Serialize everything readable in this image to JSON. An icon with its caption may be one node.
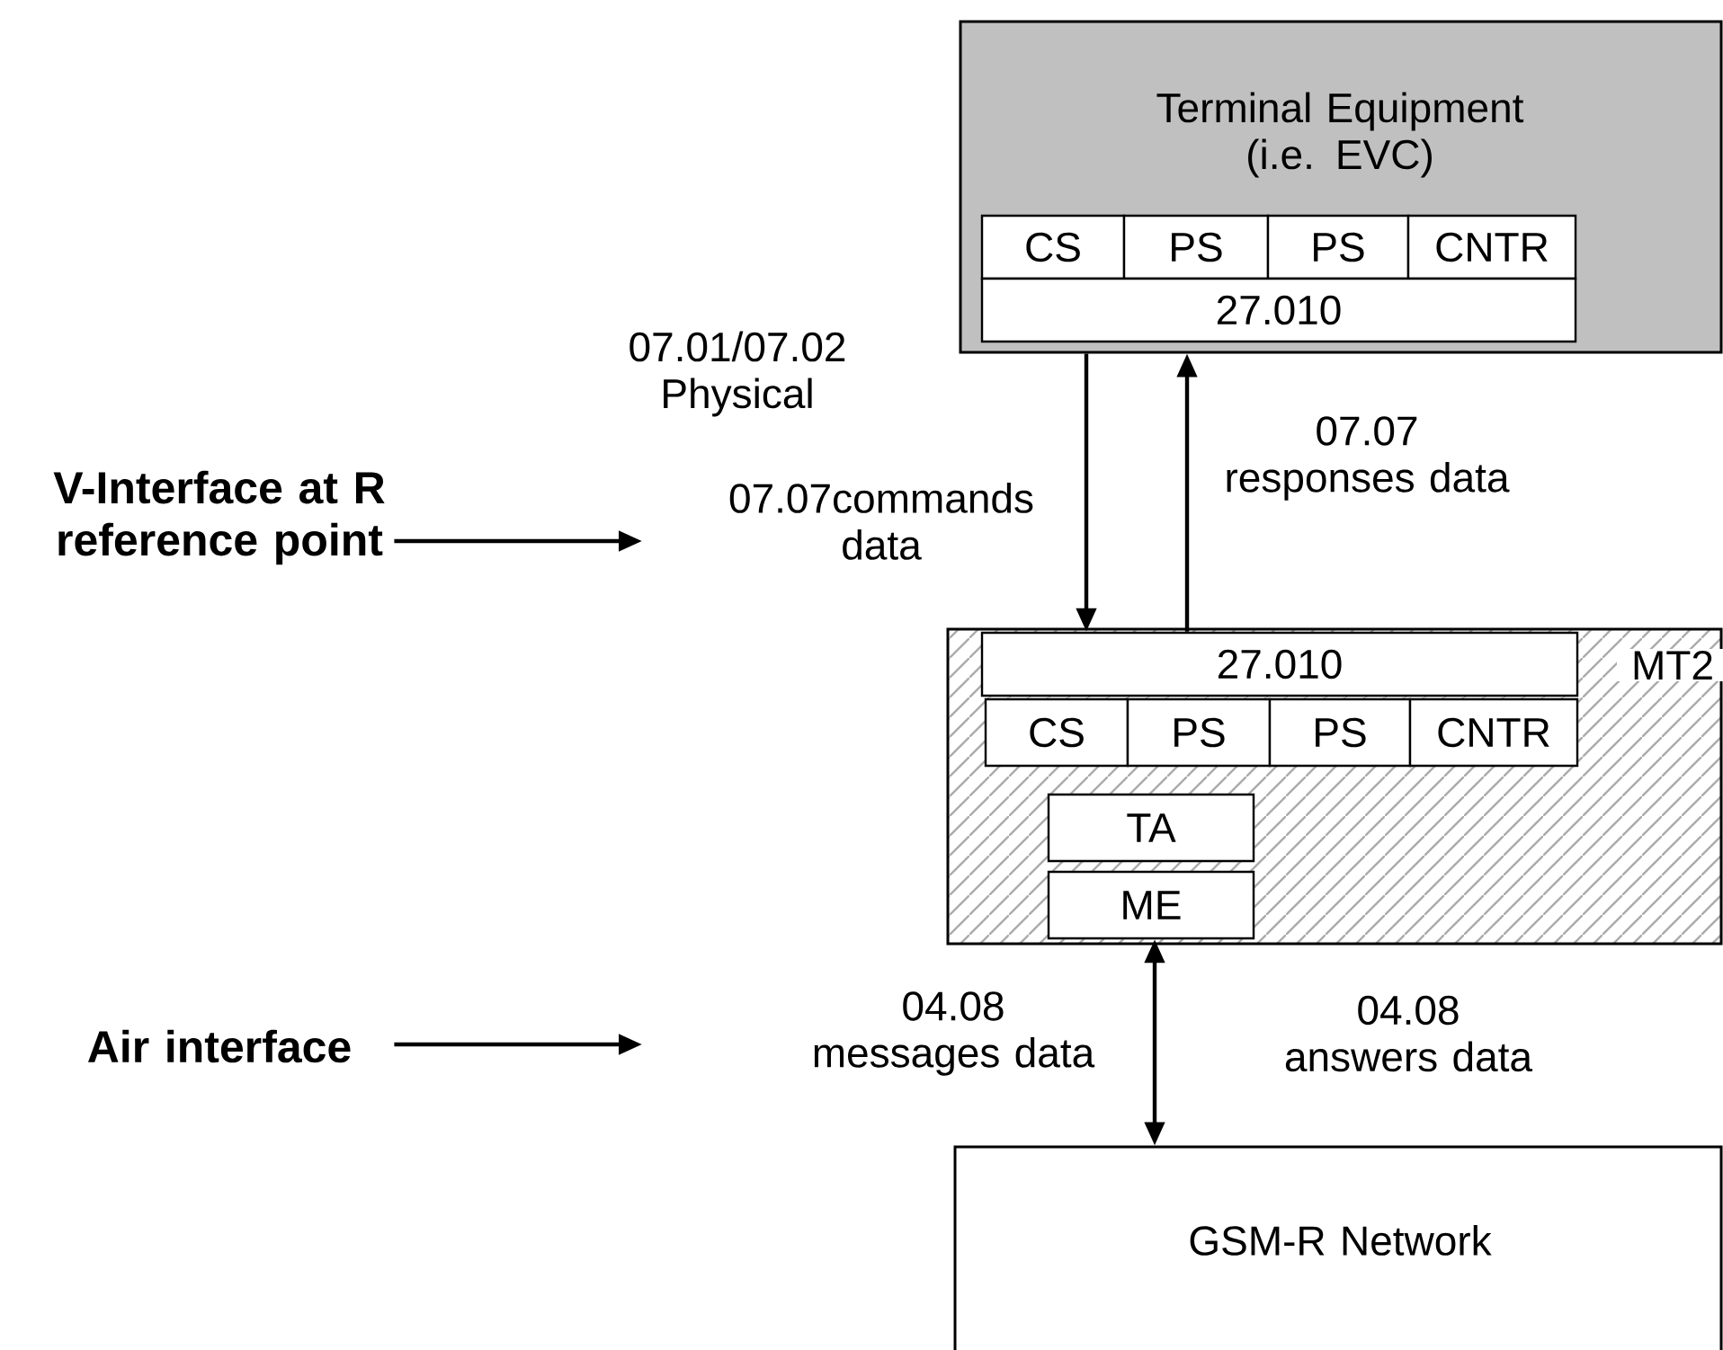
{
  "diagram": {
    "nodes": [
      {
        "text": [
          "Terminal Equipment (i.e. EVC)"
        ]
      },
      {
        "text": [
          "CS"
        ],
        "in": 0
      },
      {
        "text": [
          "PS"
        ],
        "in": 0
      },
      {
        "text": [
          "PS"
        ],
        "in": 0
      },
      {
        "text": [
          "CNTR"
        ],
        "in": 0
      },
      {
        "text": [
          "27.010"
        ],
        "in": 0
      },
      {
        "text": [
          "MT2"
        ]
      },
      {
        "text": [
          "27.010"
        ],
        "in": 6
      },
      {
        "text": [
          "CS"
        ],
        "in": 6
      },
      {
        "text": [
          "PS"
        ],
        "in": 6
      },
      {
        "text": [
          "PS"
        ],
        "in": 6
      },
      {
        "text": [
          "CNTR"
        ],
        "in": 6
      },
      {
        "text": [
          "TA"
        ],
        "in": 6
      },
      {
        "text": [
          "ME"
        ],
        "in": 6
      },
      {
        "text": [
          "GSM-R Network"
        ]
      },
      {
        "text": [
          "V-Interface at R reference point"
        ]
      },
      {
        "text": [
          "Air interface"
        ]
      }
    ],
    "edges": [
      {
        "from": 0,
        "to": 7,
        "arrow": "to",
        "label": "07.07commands data"
      },
      {
        "from": 7,
        "to": 0,
        "arrow": "to",
        "label": "07.07 responses data"
      },
      {
        "from": 13,
        "to": 14,
        "arrow": "both",
        "label": "04.08 messages data"
      },
      {
        "from": 15,
        "to": null,
        "arrow": "to"
      },
      {
        "from": 16,
        "to": null,
        "arrow": "to"
      }
    ],
    "labels": [
      "07.01/07.02 Physical",
      "04.08 answers data"
    ]
  }
}
